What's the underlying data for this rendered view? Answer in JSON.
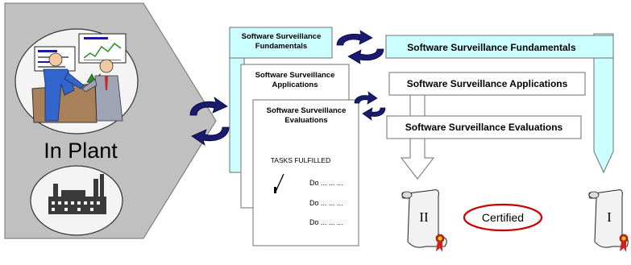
{
  "diagram": {
    "plant_label": "In Plant",
    "cards": {
      "fundamentals": "Software Surveillance Fundamentals",
      "applications": "Software Surveillance Applications",
      "evaluations": "Software Surveillance Evaluations"
    },
    "checklist": {
      "heading": "TASKS FULFILLED",
      "items": [
        "Do ... ... ...",
        "Do ... ... ...",
        "Do ... ... ..."
      ]
    },
    "bars": {
      "fundamentals": "Software Surveillance Fundamentals",
      "applications": "Software Surveillance Applications",
      "evaluations": "Software Surveillance Evaluations"
    },
    "scroll_left_numeral": "II",
    "scroll_right_numeral": "I",
    "certified_label": "Certified"
  },
  "colors": {
    "panel_gray": "#c0c0c0",
    "cyan": "#ccffff",
    "arrow_navy": "#1a1a6e",
    "certified_red": "#cc0000",
    "scroll_bg": "#f0f0f0"
  }
}
